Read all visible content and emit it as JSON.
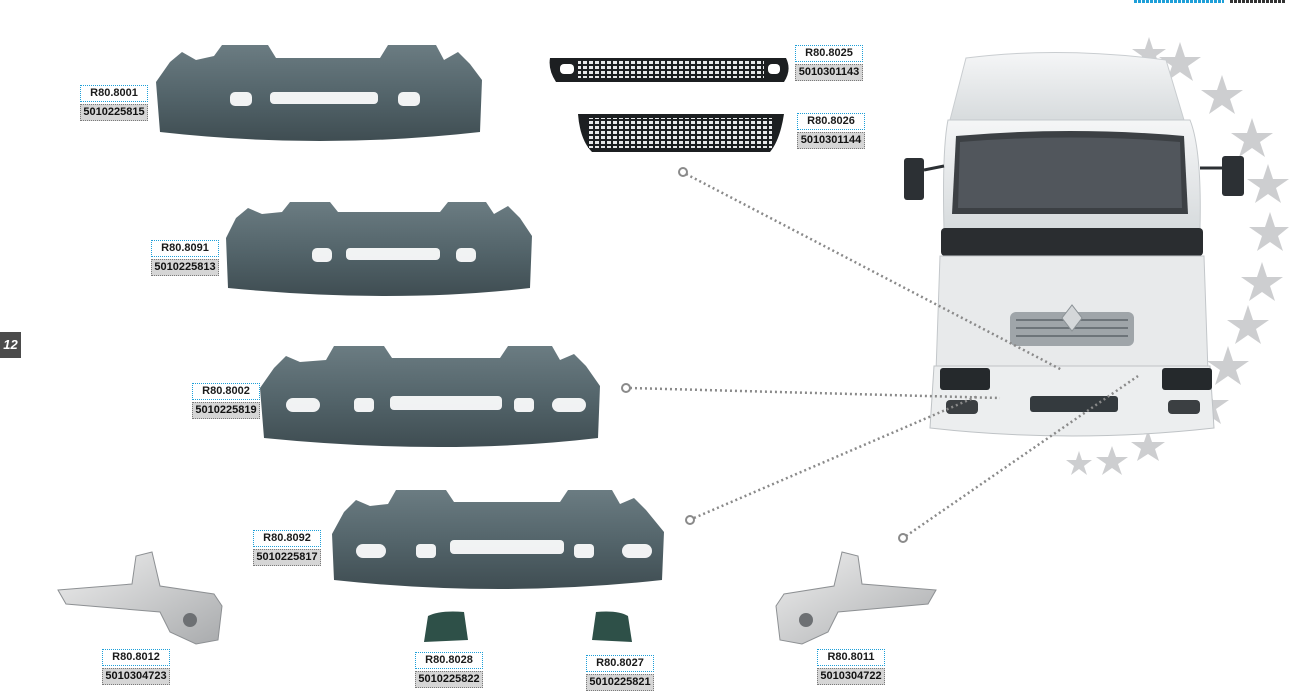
{
  "page": {
    "number": "12"
  },
  "colors": {
    "code_border": "#1e9fd8",
    "ref_fill": "#d6d6d6",
    "bumper": "#4f6066",
    "truck_white": "#e9ebec"
  },
  "parts": [
    {
      "id": "bumper-1",
      "code": "R80.8001",
      "ref": "5010225815"
    },
    {
      "id": "bumper-2",
      "code": "R80.8091",
      "ref": "5010225813"
    },
    {
      "id": "bumper-3",
      "code": "R80.8002",
      "ref": "5010225819"
    },
    {
      "id": "bumper-4",
      "code": "R80.8092",
      "ref": "5010225817"
    },
    {
      "id": "grille-1",
      "code": "R80.8025",
      "ref": "5010301143"
    },
    {
      "id": "grille-2",
      "code": "R80.8026",
      "ref": "5010301144"
    },
    {
      "id": "bracket-left",
      "code": "R80.8012",
      "ref": "5010304723"
    },
    {
      "id": "cover-left",
      "code": "R80.8028",
      "ref": "5010225822"
    },
    {
      "id": "cover-right",
      "code": "R80.8027",
      "ref": "5010225821"
    },
    {
      "id": "bracket-right",
      "code": "R80.8011",
      "ref": "5010304722"
    }
  ]
}
